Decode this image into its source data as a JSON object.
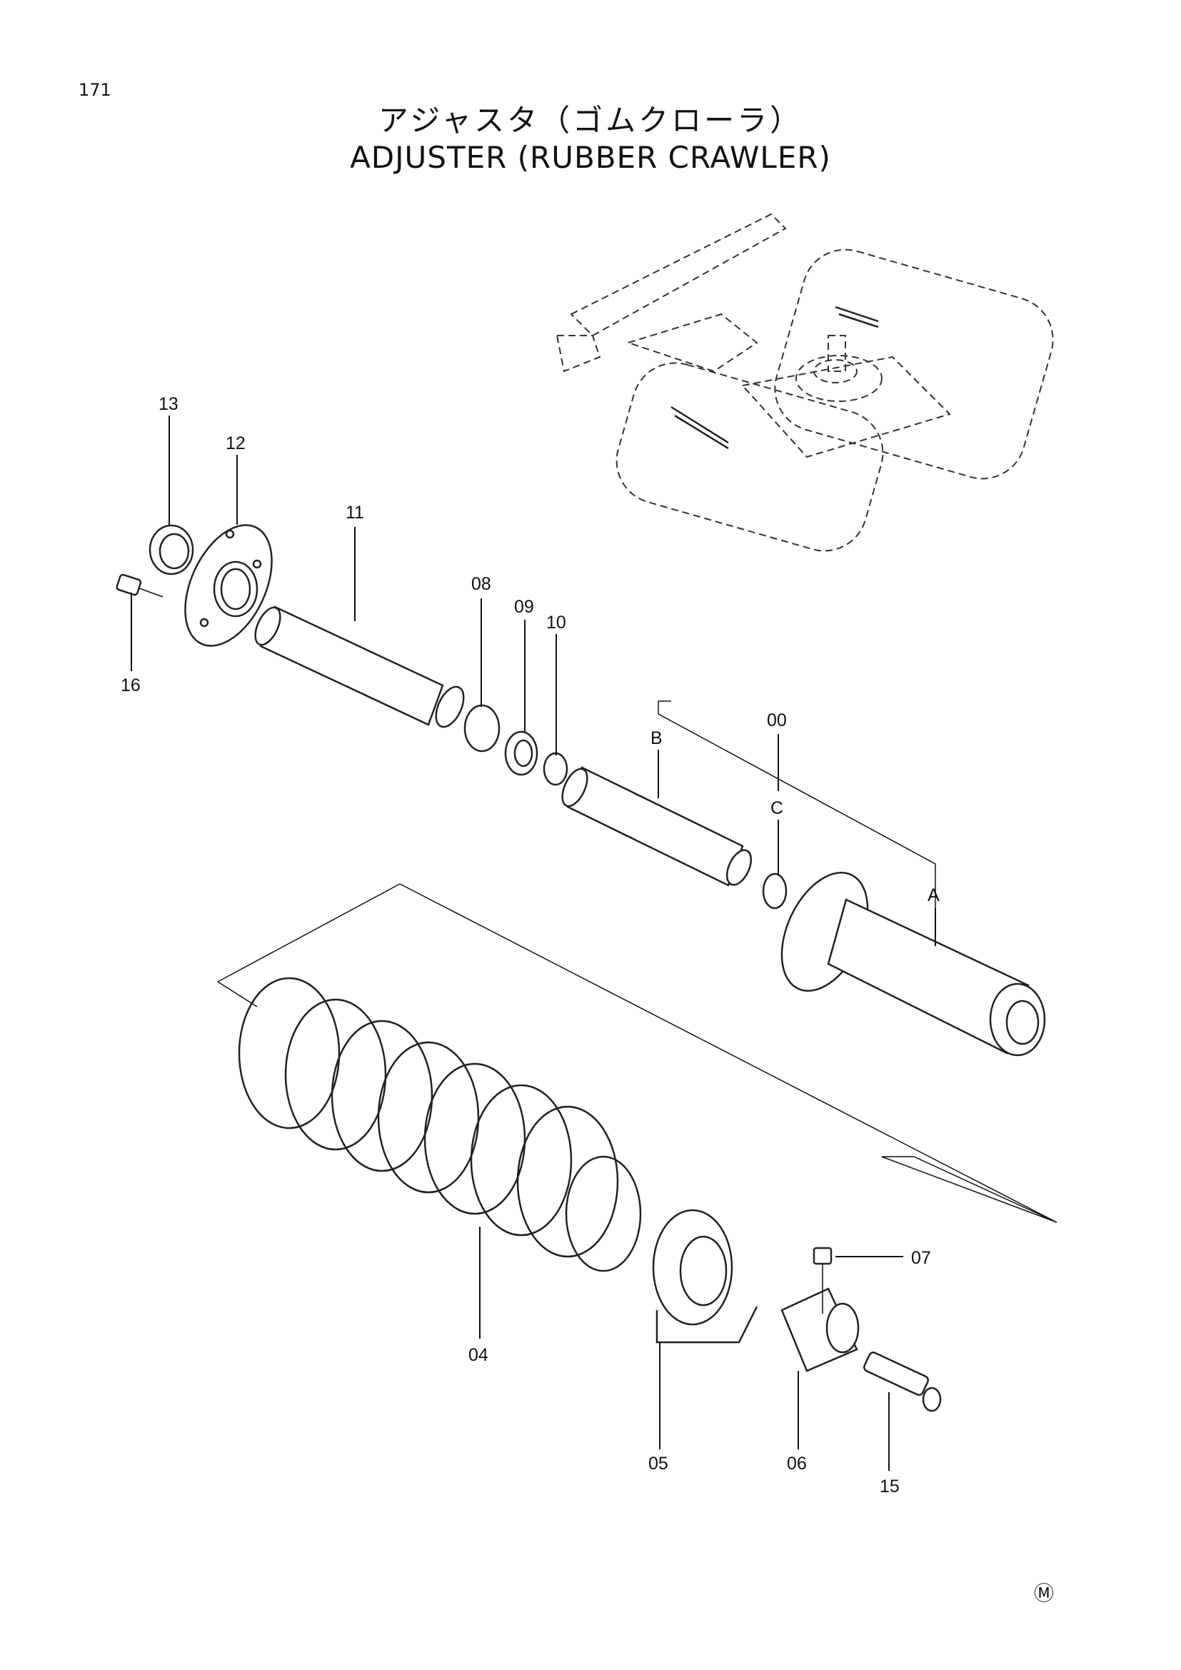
{
  "page_number": "171",
  "title_jp": "アジャスタ（ゴムクローラ）",
  "title_en": "ADJUSTER (RUBBER CRAWLER)",
  "callouts": {
    "p13": "13",
    "p12": "12",
    "p11": "11",
    "p16": "16",
    "p08": "08",
    "p09": "09",
    "p10": "10",
    "p00": "00",
    "pB": "B",
    "pC": "C",
    "pA": "A",
    "p07": "07",
    "p04": "04",
    "p05": "05",
    "p06": "06",
    "p15": "15"
  },
  "footer_mark": "Ⓜ"
}
